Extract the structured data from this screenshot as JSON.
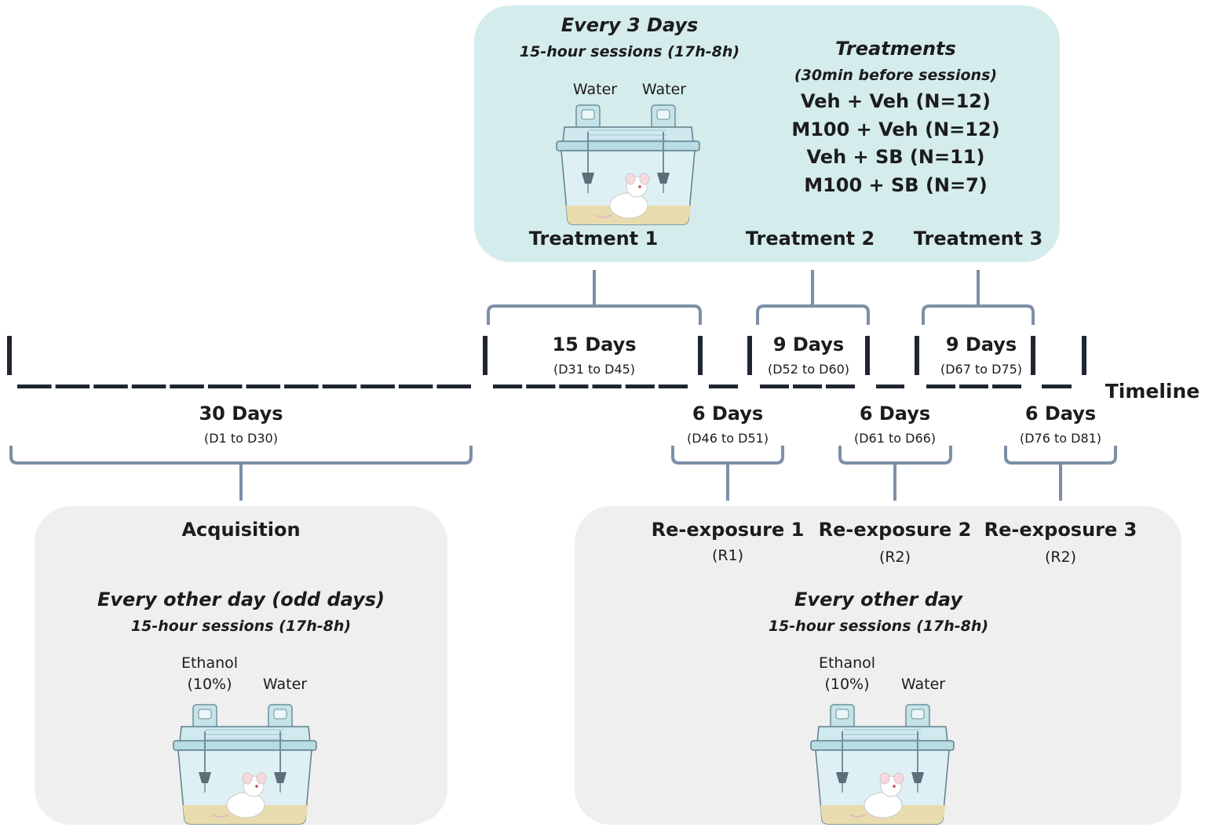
{
  "top_panel": {
    "schedule_title": "Every 3 Days",
    "schedule_sub": "15-hour sessions (17h-8h)",
    "bottle_left": "Water",
    "bottle_right": "Water",
    "treatments_title": "Treatments",
    "treatments_sub": "(30min before sessions)",
    "groups": [
      "Veh + Veh (N=12)",
      "M100 + Veh (N=12)",
      "Veh + SB (N=11)",
      "M100 + SB (N=7)"
    ],
    "treatment_labels": [
      "Treatment 1",
      "Treatment 2",
      "Treatment 3"
    ]
  },
  "timeline": {
    "label": "Timeline",
    "above": [
      {
        "days": "15 Days",
        "range": "(D31 to D45)"
      },
      {
        "days": "9 Days",
        "range": "(D52 to D60)"
      },
      {
        "days": "9 Days",
        "range": "(D67 to D75)"
      }
    ],
    "below": [
      {
        "days": "30 Days",
        "range": "(D1 to D30)"
      },
      {
        "days": "6 Days",
        "range": "(D46 to D51)"
      },
      {
        "days": "6 Days",
        "range": "(D61 to D66)"
      },
      {
        "days": "6 Days",
        "range": "(D76 to D81)"
      }
    ]
  },
  "acquisition_panel": {
    "title": "Acquisition",
    "schedule": "Every other day (odd days)",
    "sub": "15-hour sessions (17h-8h)",
    "bottle_left": "Ethanol\n(10%)",
    "bottle_right": "Water"
  },
  "reexposure_panel": {
    "items": [
      {
        "title": "Re-exposure 1",
        "code": "(R1)"
      },
      {
        "title": "Re-exposure 2",
        "code": "(R2)"
      },
      {
        "title": "Re-exposure 3",
        "code": "(R2)"
      }
    ],
    "schedule": "Every other day",
    "sub": "15-hour sessions (17h-8h)",
    "bottle_left": "Ethanol\n(10%)",
    "bottle_right": "Water"
  },
  "colors": {
    "top_panel_bg": "#d5ecec",
    "bottom_panel_bg": "#efefef",
    "bracket": "#7d8fa6",
    "timeline": "#1f2630"
  }
}
